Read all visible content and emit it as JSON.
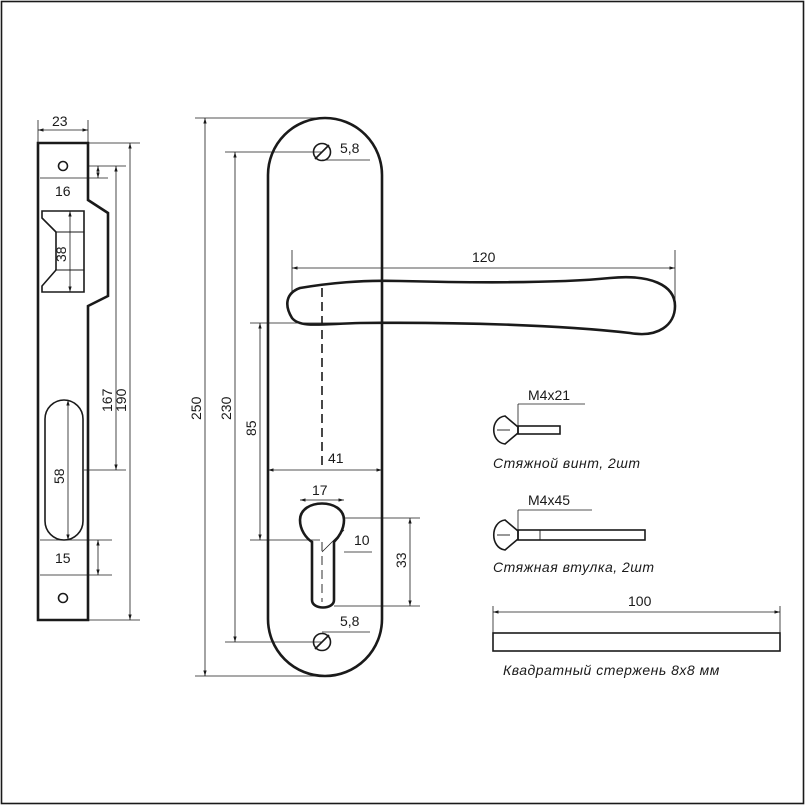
{
  "lock_body": {
    "width": "23",
    "hole_offset": "16",
    "latch": "38",
    "cylinder_center": "167",
    "height": "190",
    "slot": "58",
    "slot_offset": "15"
  },
  "plate": {
    "height": "250",
    "hole_spacing": "230",
    "handle_height": "85",
    "width": "41",
    "cylinder_width": "17",
    "cylinder_offset": "10",
    "cylinder_height": "33",
    "top_hole": "5,8",
    "bottom_hole": "5,8"
  },
  "handle": {
    "length": "120"
  },
  "parts": {
    "screw": {
      "size": "M4x21",
      "caption": "Стяжной винт, 2шт"
    },
    "sleeve": {
      "size": "M4x45",
      "caption": "Стяжная втулка, 2шт"
    },
    "spindle": {
      "length": "100",
      "caption": "Квадратный стержень 8x8 мм"
    }
  }
}
